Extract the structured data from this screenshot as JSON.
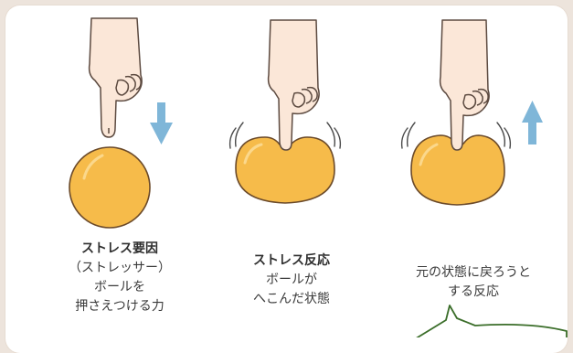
{
  "palette": {
    "ball": "#f6bb4a",
    "ball_outline": "#6b4a2a",
    "hand": "#fbe7d8",
    "hand_outline": "#5c4a40",
    "arrow": "#7fb6d8",
    "bubble_outline": "#3b6e2a",
    "background": "#ede4dc"
  },
  "panels": [
    {
      "title": "ストレス要因",
      "lines": [
        "（ストレッサー）",
        "ボールを",
        "押さえつける力"
      ],
      "arrow": "down-arrow"
    },
    {
      "title": "ストレス反応",
      "lines": [
        "ボールが",
        "へこんだ状態"
      ],
      "arrow": ""
    },
    {
      "title": "",
      "lines": [
        "元の状態に戻ろうと",
        "する反応"
      ],
      "arrow": "up-arrow"
    }
  ]
}
